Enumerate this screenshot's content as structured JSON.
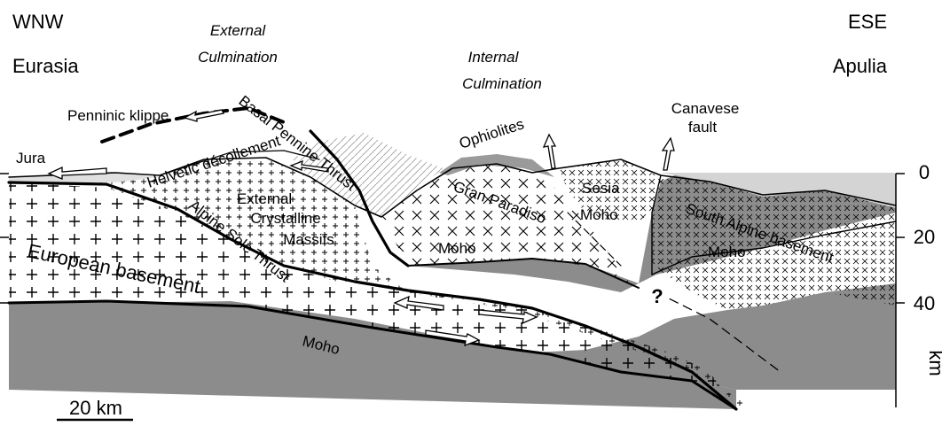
{
  "orientation": {
    "left": "WNW",
    "right": "ESE"
  },
  "plates": {
    "left": "Eurasia",
    "right": "Apulia"
  },
  "culminations": {
    "external": [
      "External",
      "Culmination"
    ],
    "internal": [
      "Internal",
      "Culmination"
    ]
  },
  "labels": {
    "penninic_klippe": "Penninic klippe",
    "basal_pennine_thrust": "Basal Pennine Thrust",
    "jura": "Jura",
    "helvetic_decollement": "Helvetic décollement",
    "external_crystalline_massifs": [
      "External",
      "Crystalline",
      "Massifs"
    ],
    "ophiolites": "Ophiolites",
    "gran_paradiso": "Gran Paradiso",
    "sesia": "Sesia",
    "canavese_fault": [
      "Canavese",
      "fault"
    ],
    "moho": "Moho",
    "south_alpine_basement": "South Alpine basement",
    "european_basement": "European basement",
    "alpine_sole_thrust": "Alpine Sole Thrust",
    "unknown": "?"
  },
  "depth_axis": {
    "unit": "km",
    "ticks": [
      "0",
      "20",
      "40"
    ],
    "left_ticks": [
      "0",
      "20",
      "40"
    ]
  },
  "scale_bar": "20 km",
  "colors": {
    "mantle": "#8c8c8c",
    "upper_slab": "#c9c9c9",
    "ink": "#000000"
  }
}
